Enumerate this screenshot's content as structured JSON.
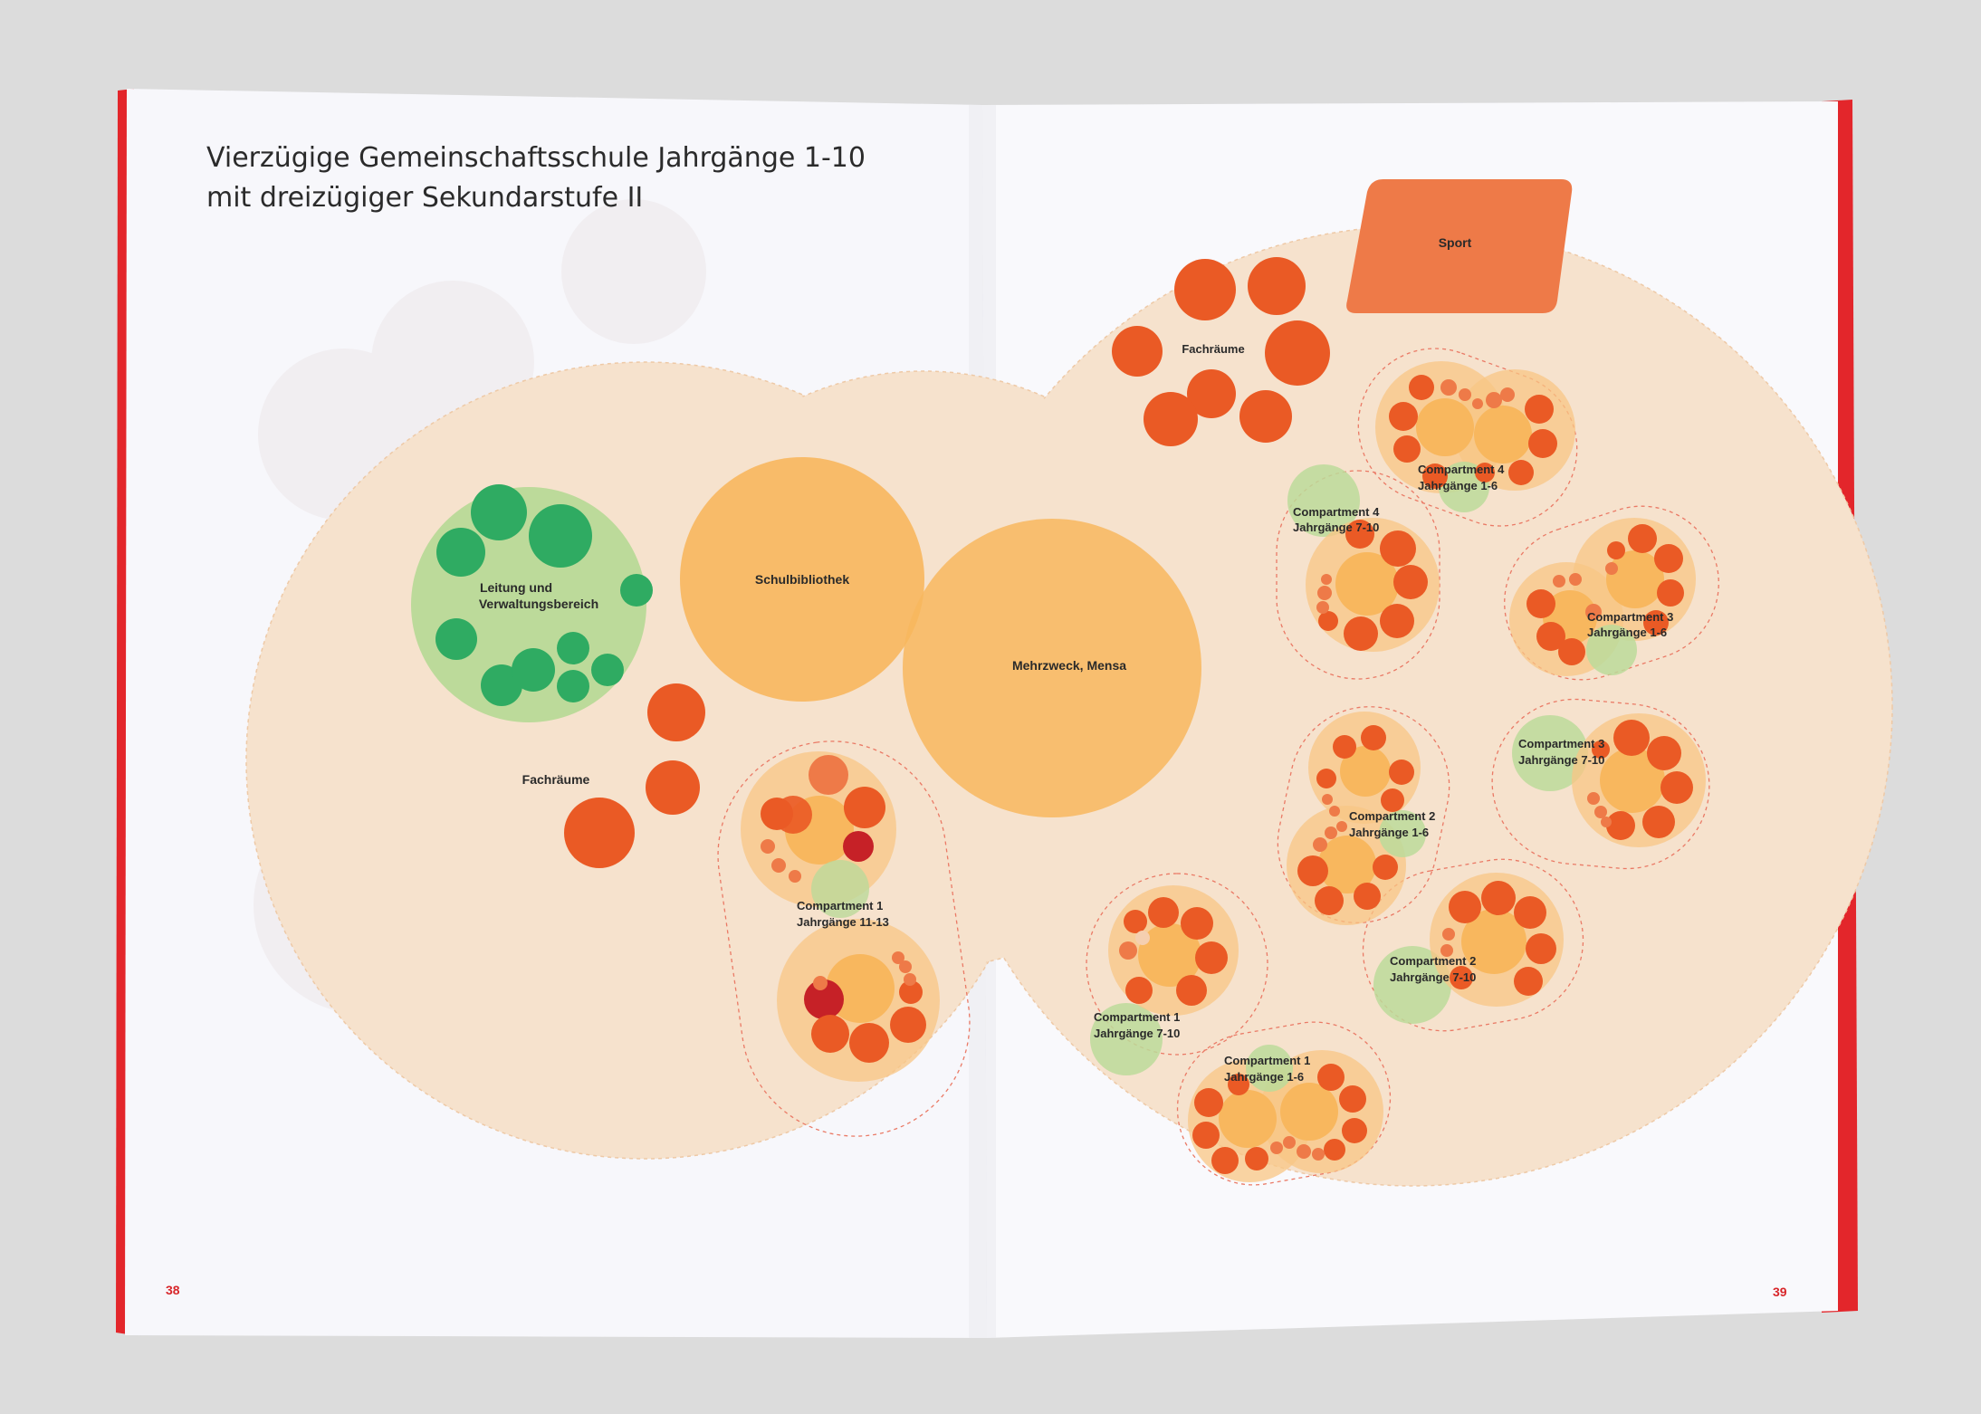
{
  "header": {
    "title_line1": "Vierzügige Gemeinschaftsschule Jahrgänge 1-10",
    "title_line2": "mit dreizügiger Sekundarstufe II"
  },
  "pages": {
    "left": "38",
    "right": "39"
  },
  "labels": {
    "leitung_line1": "Leitung und",
    "leitung_line2": "Verwaltungsbereich",
    "schulbibliothek": "Schulbibliothek",
    "mehrzweck": "Mehrzweck, Mensa",
    "fachraeume": "Fachräume",
    "sport": "Sport"
  },
  "compartments": [
    {
      "line1": "Compartment 1",
      "line2": "Jahrgänge 11-13"
    },
    {
      "line1": "Compartment 4",
      "line2": "Jahrgänge 1-6"
    },
    {
      "line1": "Compartment 4",
      "line2": "Jahrgänge 7-10"
    },
    {
      "line1": "Compartment 3",
      "line2": "Jahrgänge 1-6"
    },
    {
      "line1": "Compartment 3",
      "line2": "Jahrgänge 7-10"
    },
    {
      "line1": "Compartment 2",
      "line2": "Jahrgänge 1-6"
    },
    {
      "line1": "Compartment 2",
      "line2": "Jahrgänge 7-10"
    },
    {
      "line1": "Compartment 1",
      "line2": "Jahrgänge 7-10"
    },
    {
      "line1": "Compartment 1",
      "line2": "Jahrgänge 1-6"
    }
  ],
  "colors": {
    "green_dark": "#2fab62",
    "green_light": "#bfdc9c",
    "orange_dark": "#ea5a25",
    "orange_light": "#f8b75e",
    "peach": "#f5e2ce",
    "red_dark": "#c62127",
    "sport": "#ee7a48",
    "accent_red": "#e3262b"
  }
}
